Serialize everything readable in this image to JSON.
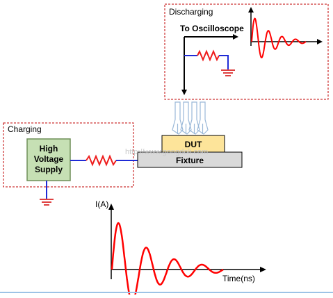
{
  "discharging": {
    "title": "Discharging",
    "scope_label": "To Oscilloscope"
  },
  "charging": {
    "title": "Charging",
    "supply_lines": [
      "High",
      "Voltage",
      "Supply"
    ]
  },
  "dut": {
    "label": "DUT"
  },
  "fixture": {
    "label": "Fixture"
  },
  "main_plot": {
    "y_label": "I(A)",
    "x_label": "Time(ns)"
  },
  "watermark": "http://www.gongdoli.com",
  "colors": {
    "frame": "#c00000",
    "resistor": "#ee1c1c",
    "wire_blue": "#1f2bd6",
    "supply_fill": "#c6e0b4",
    "supply_border": "#6f8f58",
    "dut_fill": "#fde49a",
    "fixture_fill": "#d9d9d9",
    "probe": "#9ab8d8",
    "waveform": "#ff0000",
    "ground": "#d40000"
  },
  "icons": [
    "ground-symbol-icon",
    "resistor-icon",
    "probe-icon"
  ]
}
